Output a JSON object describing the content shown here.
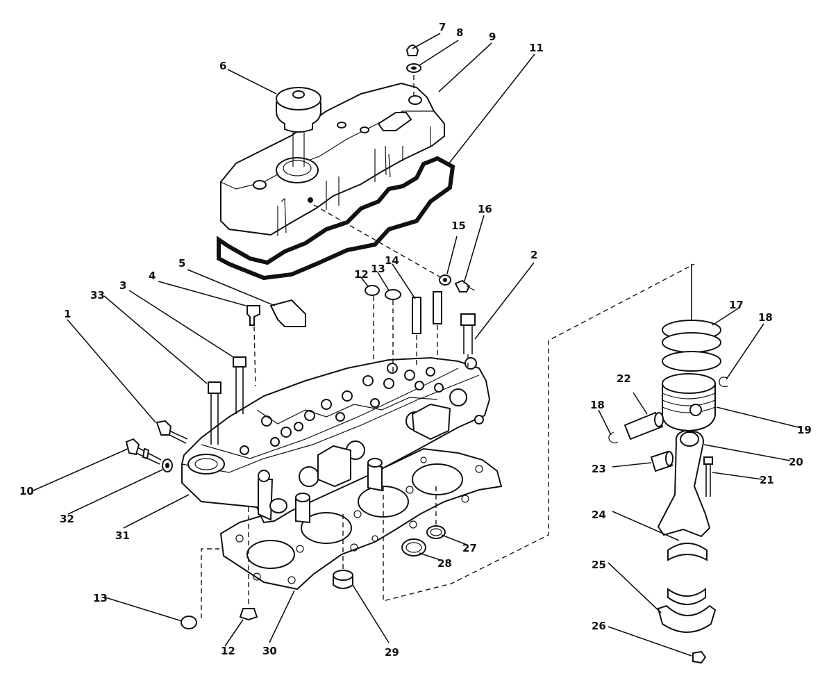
{
  "callouts": {
    "c1": "1",
    "c2": "2",
    "c3": "3",
    "c4": "4",
    "c5": "5",
    "c6": "6",
    "c7": "7",
    "c8": "8",
    "c9": "9",
    "c10": "10",
    "c11": "11",
    "c12a": "12",
    "c12b": "12",
    "c13a": "13",
    "c13b": "13",
    "c14": "14",
    "c15": "15",
    "c16": "16",
    "c17": "17",
    "c18a": "18",
    "c18b": "18",
    "c19": "19",
    "c20": "20",
    "c21": "21",
    "c22": "22",
    "c23": "23",
    "c24": "24",
    "c25": "25",
    "c26": "26",
    "c27": "27",
    "c28": "28",
    "c29": "29",
    "c30": "30",
    "c31": "31",
    "c32": "32",
    "c33": "33"
  }
}
